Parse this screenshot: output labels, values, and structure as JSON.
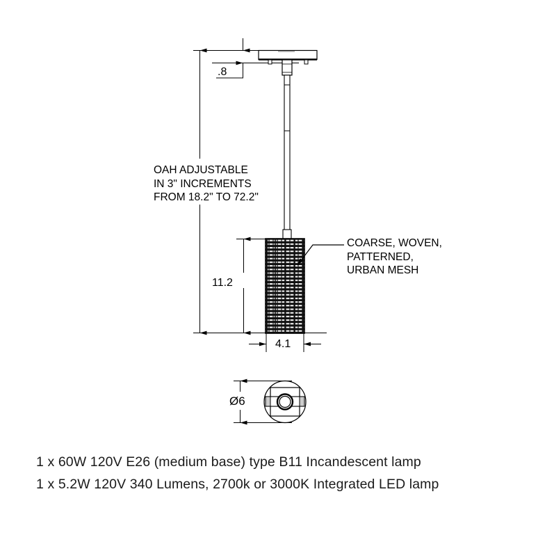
{
  "drawing": {
    "title": "Pendant light technical drawing",
    "dimensions": {
      "canopy_thickness": ".8",
      "shade_height": "11.2",
      "shade_width": "4.1",
      "canopy_diameter": "Ø6"
    },
    "notes": {
      "oah": {
        "line1": "OAH ADJUSTABLE",
        "line2": "IN 3\" INCREMENTS",
        "line3": "FROM 18.2\" TO 72.2\""
      },
      "mesh": {
        "line1": "COARSE, WOVEN,",
        "line2": "PATTERNED,",
        "line3": "URBAN MESH"
      }
    },
    "colors": {
      "line": "#000000",
      "mesh_dark": "#151515",
      "text": "#1a1a1a",
      "background": "#ffffff"
    }
  },
  "specs": {
    "line1": "1 x 60W 120V E26 (medium base) type B11 Incandescent lamp",
    "line2": "1 x 5.2W 120V 340 Lumens, 2700k or 3000K Integrated LED lamp"
  }
}
